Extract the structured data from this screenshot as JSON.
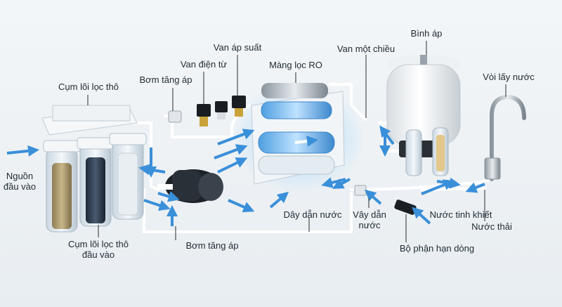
{
  "labels": {
    "source_inlet": "Nguồn\nđầu vào",
    "coarse_filter_cluster": "Cụm lõi lọc thô",
    "coarse_filter_inlet": "Cụm lõi lọc thô\nđầu vào",
    "booster_pump_top": "Bơm tăng áp",
    "solenoid_valve": "Van điện từ",
    "pressure_valve": "Van áp suất",
    "ro_membrane": "Màng lọc RO",
    "check_valve": "Van một chiều",
    "pressure_tank": "Bình áp",
    "faucet": "Vòi lấy nước",
    "booster_pump_bottom": "Bơm tăng áp",
    "water_pipe": "Dây dẫn nước",
    "water_pipe_2": "Vây dẫn\nnước",
    "pure_water": "Nước tinh khiết",
    "waste_water": "Nước thải",
    "flow_restrictor": "Bộ phận hạn dòng"
  },
  "colors": {
    "flow_arrow": "#3a8fd9",
    "label_text": "#1f2a33",
    "leader_line": "#2b2b2b",
    "ro_glow": "#5fb6ff"
  },
  "icons": [
    "filter-housing-icon",
    "pump-icon",
    "valve-icon",
    "tank-icon",
    "faucet-icon",
    "ro-membrane-icon"
  ]
}
